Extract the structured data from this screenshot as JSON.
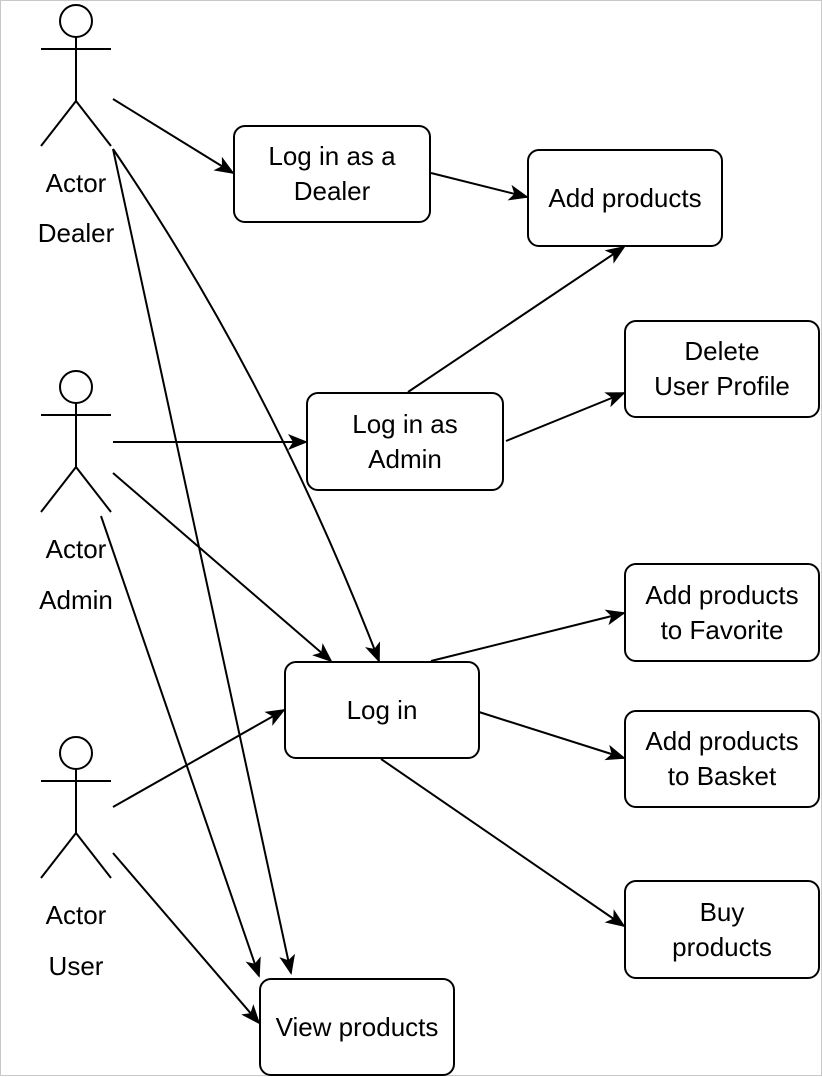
{
  "actors": [
    {
      "id": "dealer",
      "type_label": "Actor",
      "name": "Dealer"
    },
    {
      "id": "admin",
      "type_label": "Actor",
      "name": "Admin"
    },
    {
      "id": "user",
      "type_label": "Actor",
      "name": "User"
    }
  ],
  "use_cases": {
    "login_dealer": "Log in as a\nDealer",
    "add_products": "Add products",
    "delete_profile": "Delete\nUser Profile",
    "login_admin": "Log in as\nAdmin",
    "add_favorite": "Add products\nto Favorite",
    "login": "Log in",
    "add_basket": "Add products\nto Basket",
    "buy": "Buy\nproducts",
    "view": "View products"
  },
  "connections": [
    {
      "from": "Dealer",
      "to": "Log in as a Dealer"
    },
    {
      "from": "Log in as a Dealer",
      "to": "Add products"
    },
    {
      "from": "Dealer",
      "to": "Log in"
    },
    {
      "from": "Dealer",
      "to": "View products"
    },
    {
      "from": "Admin",
      "to": "Log in as Admin"
    },
    {
      "from": "Log in as Admin",
      "to": "Add products"
    },
    {
      "from": "Log in as Admin",
      "to": "Delete User Profile"
    },
    {
      "from": "Admin",
      "to": "Log in"
    },
    {
      "from": "Admin",
      "to": "View products"
    },
    {
      "from": "User",
      "to": "Log in"
    },
    {
      "from": "User",
      "to": "View products"
    },
    {
      "from": "Log in",
      "to": "Add products to Favorite"
    },
    {
      "from": "Log in",
      "to": "Add products to Basket"
    },
    {
      "from": "Log in",
      "to": "Buy products"
    }
  ]
}
